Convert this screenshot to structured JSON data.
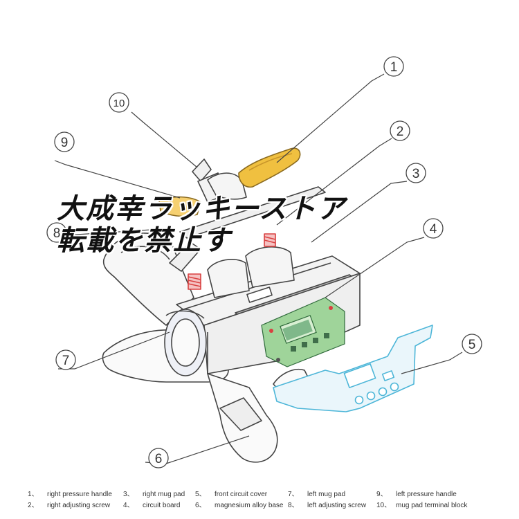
{
  "callouts": [
    "1",
    "2",
    "3",
    "4",
    "5",
    "6",
    "7",
    "8",
    "9",
    "10"
  ],
  "watermark": {
    "line1": "大成幸ラッキーストア",
    "line2": "転載を禁止す"
  },
  "legend": [
    {
      "num": "1、",
      "label": "right pressure handle"
    },
    {
      "num": "2、",
      "label": "right adjusting screw"
    },
    {
      "num": "3、",
      "label": "right mug pad"
    },
    {
      "num": "4、",
      "label": "circuit board"
    },
    {
      "num": "5、",
      "label": "front circuit cover"
    },
    {
      "num": "6、",
      "label": "magnesium alloy base"
    },
    {
      "num": "7、",
      "label": "left mug pad"
    },
    {
      "num": "8、",
      "label": "left adjusting screw"
    },
    {
      "num": "9、",
      "label": "left pressure handle"
    },
    {
      "num": "10、",
      "label": "mug pad terminal block"
    }
  ],
  "colors": {
    "line": "#444444",
    "handle_yellow": "#f0c040",
    "spring_red": "#d94040",
    "board_green": "#9fd49a",
    "cover_blue": "#4db6d8"
  }
}
